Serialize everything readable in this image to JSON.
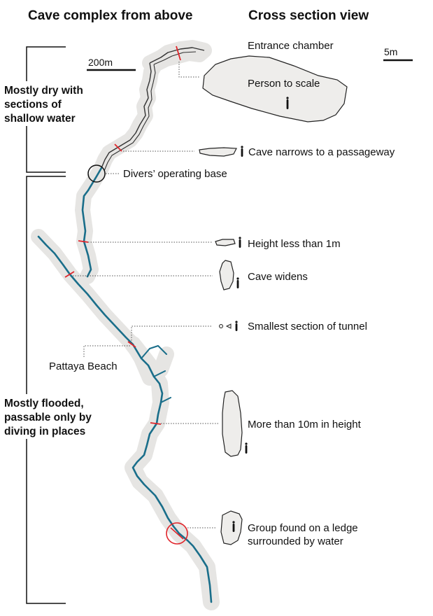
{
  "headings": {
    "left": "Cave complex from above",
    "right": "Cross section view"
  },
  "scales": {
    "map": "200m",
    "section": "5m"
  },
  "zones": {
    "dry": [
      "Mostly dry with",
      "sections of",
      "shallow water"
    ],
    "flooded": [
      "Mostly flooded,",
      "passable only by",
      "diving in places"
    ]
  },
  "map_labels": {
    "base": "Divers’ operating base",
    "beach": "Pattaya Beach"
  },
  "sections": {
    "entrance_title": "Entrance chamber",
    "entrance_scale": "Person to scale",
    "narrows": "Cave narrows to a passageway",
    "low": "Height less than 1m",
    "widens": "Cave widens",
    "smallest": "Smallest section of tunnel",
    "tall": "More than 10m in height",
    "group": [
      "Group found on a ledge",
      "surrounded by water"
    ]
  },
  "colors": {
    "water": "#1a6e8a",
    "dry_passage": "#333333",
    "halo": "#e6e5e3",
    "marker": "#e0242a",
    "section_fill": "#eeedeb"
  }
}
